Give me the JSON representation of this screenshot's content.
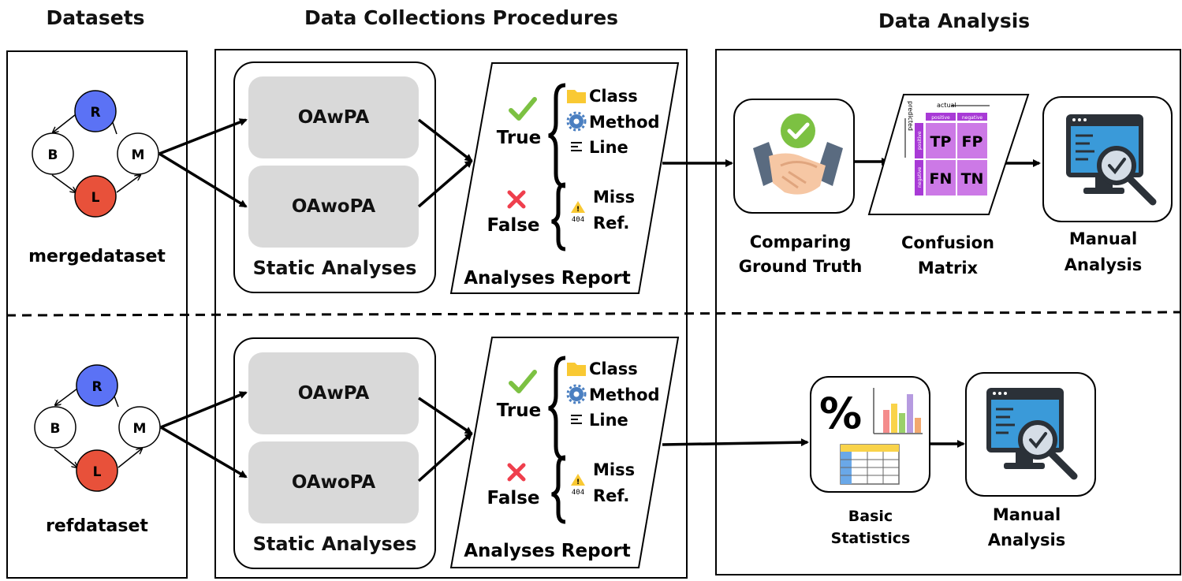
{
  "headers": {
    "datasets": "Datasets",
    "procedures": "Data Collections Procedures",
    "analysis": "Data Analysis"
  },
  "datasets": {
    "top": {
      "name": "mergedataset",
      "nodes": {
        "r": "R",
        "b": "B",
        "m": "M",
        "l": "L"
      }
    },
    "bottom": {
      "name": "refdataset",
      "nodes": {
        "r": "R",
        "b": "B",
        "m": "M",
        "l": "L"
      }
    }
  },
  "static_analyses": {
    "top": {
      "with_pa": "OAwPA",
      "without_pa": "OAwoPA",
      "title": "Static Analyses"
    },
    "bottom": {
      "with_pa": "OAwPA",
      "without_pa": "OAwoPA",
      "title": "Static Analyses"
    }
  },
  "report": {
    "top": {
      "true_label": "True",
      "false_label": "False",
      "class": "Class",
      "method": "Method",
      "line": "Line",
      "miss": "Miss",
      "ref": "Ref.",
      "title": "Analyses Report",
      "warn_code": "404"
    },
    "bottom": {
      "true_label": "True",
      "false_label": "False",
      "class": "Class",
      "method": "Method",
      "line": "Line",
      "miss": "Miss",
      "ref": "Ref.",
      "title": "Analyses Report",
      "warn_code": "404"
    }
  },
  "analysis_top": {
    "comparing": {
      "line1": "Comparing",
      "line2": "Ground Truth"
    },
    "confusion": {
      "line1": "Confusion",
      "line2": "Matrix",
      "actual": "actual",
      "predicted": "predicted",
      "positive": "positive",
      "negative": "negative",
      "tp": "TP",
      "fp": "FP",
      "fn": "FN",
      "tn": "TN"
    },
    "manual": {
      "line1": "Manual",
      "line2": "Analysis"
    }
  },
  "analysis_bottom": {
    "basic": {
      "line1": "Basic",
      "line2": "Statistics",
      "percent": "%"
    },
    "manual": {
      "line1": "Manual",
      "line2": "Analysis"
    }
  },
  "colors": {
    "node_r": "#5b72f5",
    "node_l": "#e8513a",
    "check": "#7cc142",
    "cross": "#ef3f4d",
    "cm_cell": "#cc79e6",
    "cm_header": "#a83ad6"
  }
}
